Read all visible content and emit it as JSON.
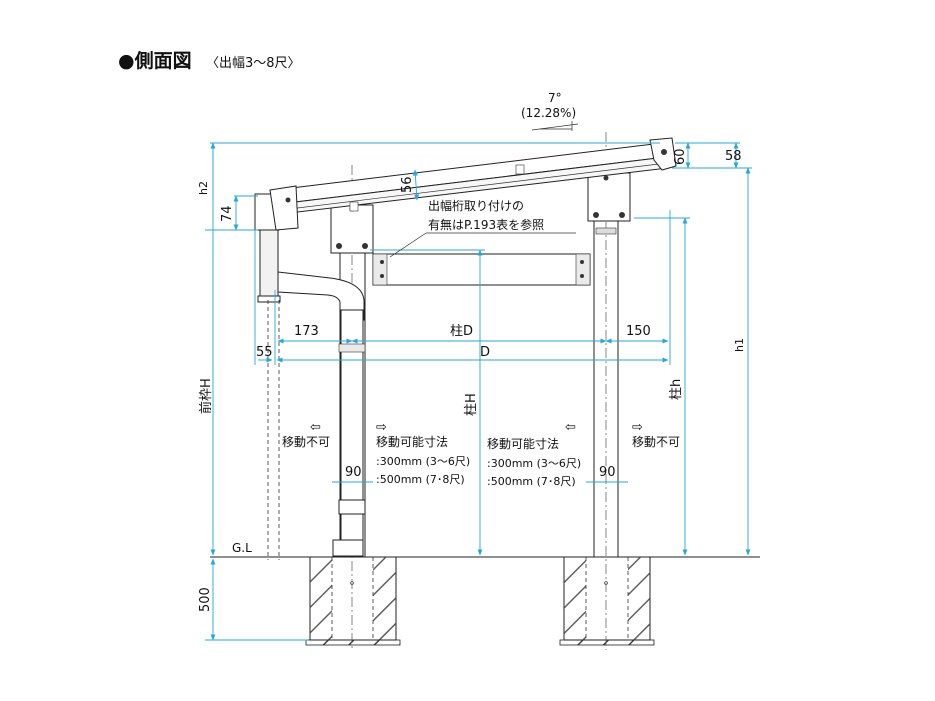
{
  "title": {
    "main": "●側面図",
    "sub": "〈出幅3〜8尺〉"
  },
  "slope": {
    "angle": "7°",
    "percent": "(12.28%)"
  },
  "note": {
    "line1": "出幅桁取り付けの",
    "line2": "有無はP.193表を参照"
  },
  "dims": {
    "h2": "h2",
    "d74": "74",
    "d56": "56",
    "d60": "60",
    "d58": "58",
    "d173": "173",
    "d150": "150",
    "d55": "55",
    "pillar_d": "柱D",
    "d": "D",
    "h1": "h1",
    "front_frame_h": "前枠H",
    "pillar_h_left": "柱H",
    "pillar_h_right": "柱h",
    "d90_left": "90",
    "d90_right": "90",
    "d500": "500",
    "gl": "G.L"
  },
  "movement": {
    "left_fixed": "移動不可",
    "right_fixed": "移動不可",
    "movable_title_left": "移動可能寸法",
    "movable_title_right": "移動可能寸法",
    "left_line1": ":300mm (3〜6尺)",
    "left_line2": ":500mm (7･8尺)",
    "right_line1": ":300mm (3〜6尺)",
    "right_line2": ":500mm (7･8尺)",
    "arrow_left": "⇦",
    "arrow_right": "⇨"
  }
}
